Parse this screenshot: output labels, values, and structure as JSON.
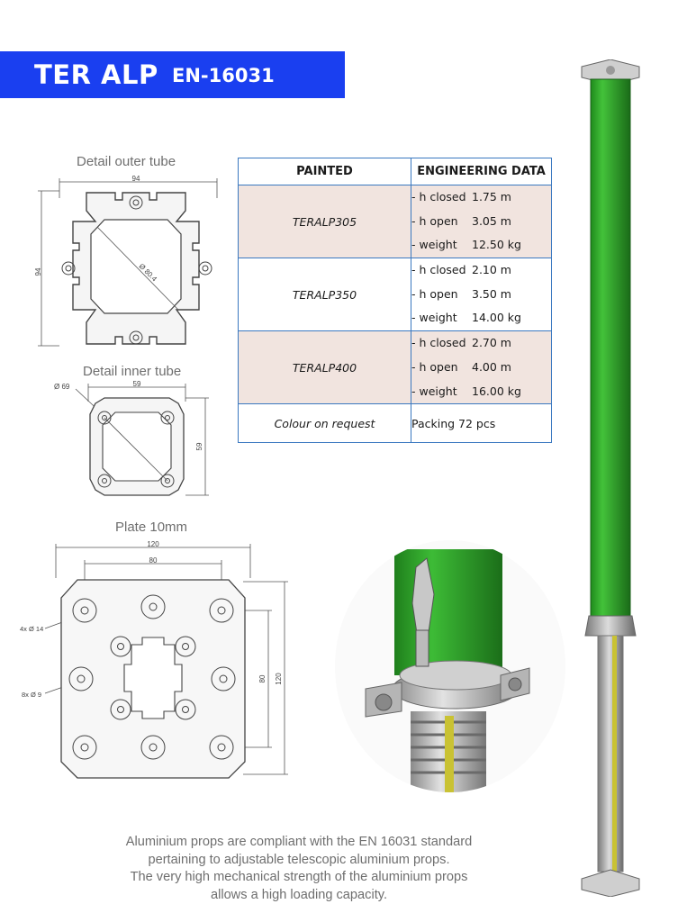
{
  "header": {
    "brand": "TER ALP",
    "standard": "EN-16031"
  },
  "drawings": {
    "outer_tube": {
      "caption": "Detail outer tube",
      "width_dim": "94",
      "height_dim": "94",
      "diameter": "Ø 80.4"
    },
    "inner_tube": {
      "caption": "Detail inner tube",
      "width_dim": "59",
      "height_dim": "59",
      "hole": "Ø 69"
    },
    "plate": {
      "caption": "Plate 10mm",
      "width_outer": "120",
      "width_inner": "80",
      "height_inner": "80",
      "height_outer": "120",
      "holes_large": "4x Ø 14",
      "holes_small": "8x Ø 9"
    }
  },
  "table": {
    "headers": [
      "PAINTED",
      "ENGINEERING DATA"
    ],
    "rows": [
      {
        "model": "TERALP305",
        "h_closed": "- h closed",
        "h_closed_val": "1.75 m",
        "h_open": "- h open",
        "h_open_val": "3.05 m",
        "weight": "- weight",
        "weight_val": "12.50 kg"
      },
      {
        "model": "TERALP350",
        "h_closed": "- h closed",
        "h_closed_val": "2.10 m",
        "h_open": "- h open",
        "h_open_val": "3.50 m",
        "weight": "- weight",
        "weight_val": "14.00 kg"
      },
      {
        "model": "TERALP400",
        "h_closed": "- h closed",
        "h_closed_val": "2.70 m",
        "h_open": "- h open",
        "h_open_val": "4.00 m",
        "weight": "- weight",
        "weight_val": "16.00 kg"
      }
    ],
    "footer_left": "Colour on request",
    "footer_right": "Packing 72 pcs"
  },
  "footer_text": [
    "Aluminium props are compliant with the EN 16031 standard",
    "pertaining to adjustable telescopic aluminium props.",
    "The very high mechanical strength of the aluminium props",
    "allows a high loading capacity."
  ],
  "colors": {
    "banner": "#1a3ff0",
    "prop_green": "#2fa52a",
    "table_border": "#3a78c0",
    "row_fill": "#f1e4df"
  }
}
